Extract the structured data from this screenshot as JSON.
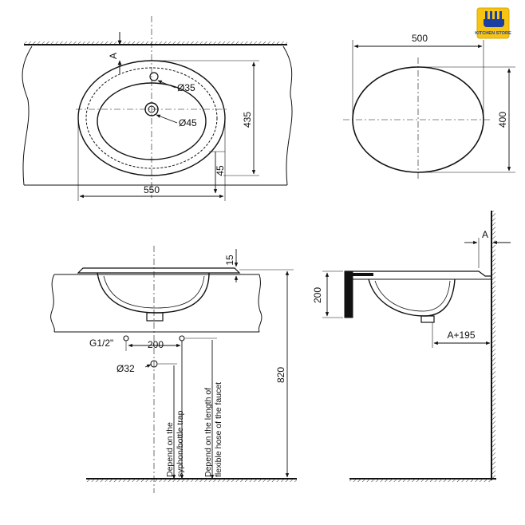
{
  "brand": {
    "name": "KITCHEN STORE",
    "colors": {
      "badge": "#f7c414",
      "text": "#1a3fa0"
    }
  },
  "top_view": {
    "label_a": "A",
    "dia_35": "Ø35",
    "dia_45": "Ø45",
    "depth_435": "435",
    "offset_45": "45",
    "width_550": "550"
  },
  "plan_view": {
    "width_500": "500",
    "height_400": "400"
  },
  "front_view": {
    "thickness_15": "15",
    "g_half": "G1/2\"",
    "spacing_200": "200",
    "dia_32": "Ø32",
    "note_trap": [
      "Depend on the",
      "syphon/bottle trap"
    ],
    "note_hose": [
      "Depend on the length of",
      "flexible hose of the faucet"
    ],
    "height_820": "820"
  },
  "side_view": {
    "label_a": "A",
    "bracket_200": "200",
    "offset_a195": "A+195"
  }
}
